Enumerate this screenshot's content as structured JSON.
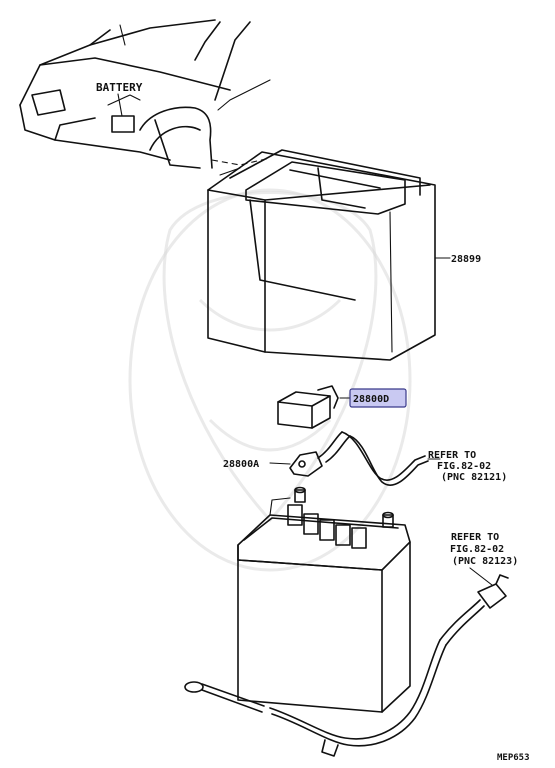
{
  "diagram": {
    "labels": {
      "battery": "BATTERY",
      "tray": "28899",
      "cover": "28800D",
      "clamp": "28800A",
      "refer1_line1": "REFER TO",
      "refer1_line2": "FIG.82-02",
      "refer1_line3": "(PNC 82121)",
      "refer2_line1": "REFER TO",
      "refer2_line2": "FIG.82-02",
      "refer2_line3": "(PNC 82123)",
      "code": "MEP653"
    },
    "colors": {
      "highlight_fill": "#c9c9f2",
      "highlight_stroke": "#3a3a8a",
      "ink": "#111111"
    }
  }
}
